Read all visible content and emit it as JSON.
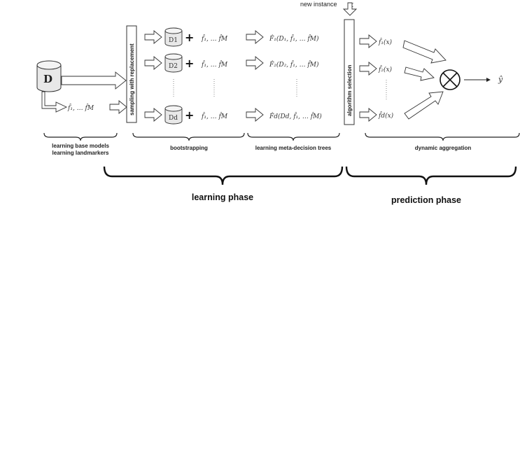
{
  "new_instance": {
    "label": "new instance",
    "var": "x"
  },
  "dataset": {
    "label": "D",
    "base_models": "f̂₁, … f̂M"
  },
  "sampling_box": {
    "label": "sampling with replacement"
  },
  "bootstrap_rows": [
    {
      "db": "D1",
      "models": "f̂₁, … f̂M",
      "meta_tree": "F̂₁(D₁, f̂₁, … f̂M)"
    },
    {
      "db": "D2",
      "models": "f̂₁, … f̂M",
      "meta_tree": "F̂₂(D₂, f̂₁, … f̂M)"
    },
    {
      "db": "Dd",
      "models": "f̂₁, … f̂M",
      "meta_tree": "F̂d(Dd, f̂₁, … f̂M)"
    }
  ],
  "plus_symbol": "+",
  "algorithm_box": {
    "label": "algorithm selection"
  },
  "predictions": [
    "f̂₁(x)",
    "f̂₂(x)",
    "f̂d(x)"
  ],
  "aggregate_symbol": "⊗",
  "output": "ŷ",
  "stages": {
    "learning_base_line1": "learning base models",
    "learning_base_line2": "learning landmarkers",
    "bootstrapping": "bootstrapping",
    "meta": "learning meta-decision trees",
    "aggregation": "dynamic aggregation"
  },
  "phases": {
    "learning": "learning phase",
    "prediction": "prediction phase"
  }
}
